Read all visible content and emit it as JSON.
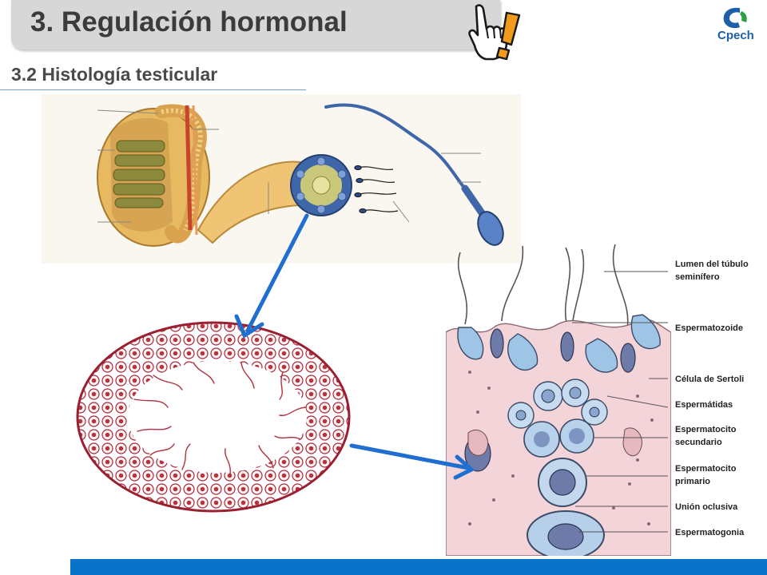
{
  "header": {
    "title": "3. Regulación hormonal",
    "subtitle": "3.2 Histología testicular",
    "logo_text": "Cpech"
  },
  "icons": {
    "hand": "pointing-hand-icon",
    "exclamation": "exclamation-icon",
    "logo": "cpech-logo-icon"
  },
  "figure": {
    "labels": [
      "Lumen del túbulo seminífero",
      "Espermatozoide",
      "Célula de Sertoli",
      "Espermátidas",
      "Espermatocito secundario",
      "Espermatocito primario",
      "Unión oclusiva",
      "Espermatogonia"
    ]
  },
  "colors": {
    "title_bar": "#d7d7d7",
    "footer_bar": "#0a72c8",
    "arrow": "#1f6fd0",
    "logo_blue": "#1d5fa8",
    "logo_green": "#2e9e3e",
    "tissue_pink": "#f3d4d9",
    "cell_blue": "#9ec4e6"
  }
}
